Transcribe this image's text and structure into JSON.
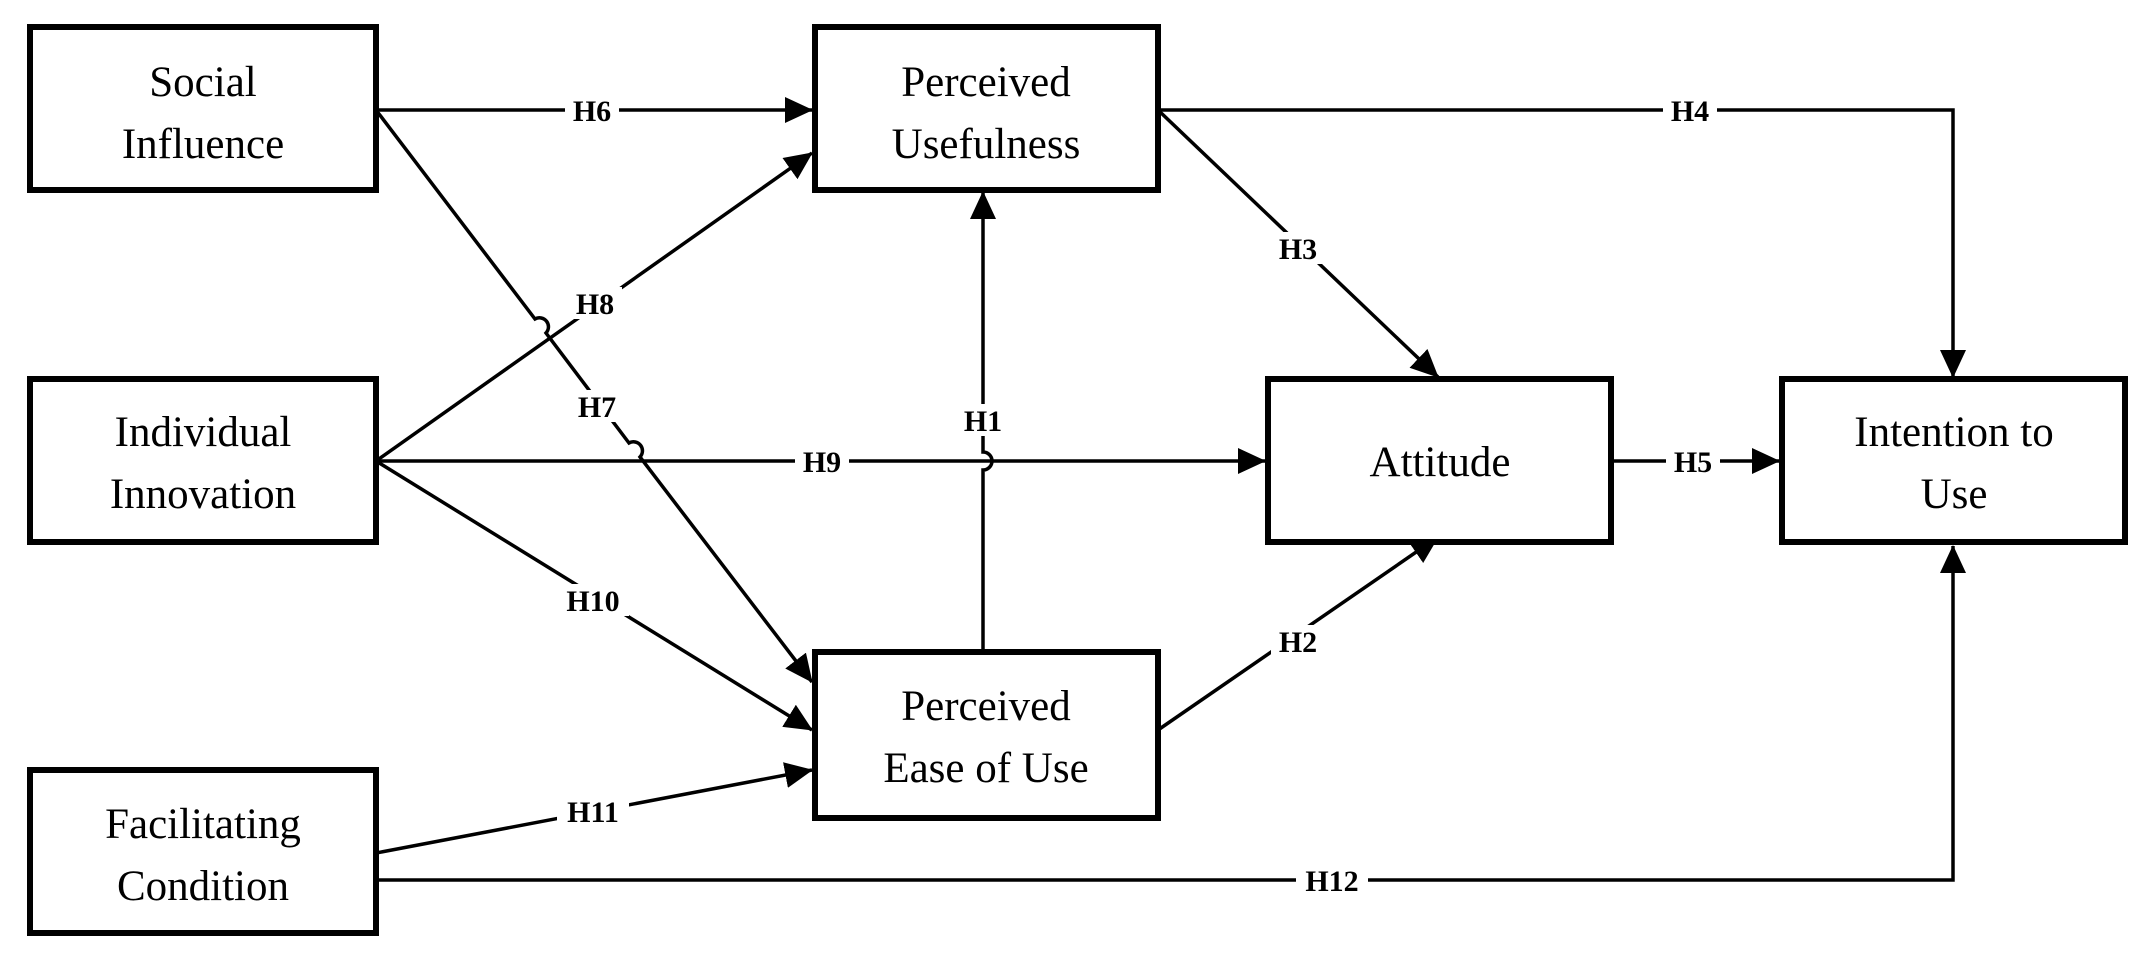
{
  "nodes": {
    "social_influence": [
      "Social",
      "Influence"
    ],
    "individual_innovation": [
      "Individual",
      "Innovation"
    ],
    "facilitating_condition": [
      "Facilitating",
      "Condition"
    ],
    "perceived_usefulness": [
      "Perceived",
      "Usefulness"
    ],
    "perceived_ease_of_use": [
      "Perceived",
      "Ease of Use"
    ],
    "attitude": [
      "Attitude"
    ],
    "intention_to_use": [
      "Intention to",
      "Use"
    ]
  },
  "edges": [
    {
      "id": "H1",
      "label": "H1",
      "from": "Perceived Ease of Use",
      "to": "Perceived Usefulness"
    },
    {
      "id": "H2",
      "label": "H2",
      "from": "Perceived Ease of Use",
      "to": "Attitude"
    },
    {
      "id": "H3",
      "label": "H3",
      "from": "Perceived Usefulness",
      "to": "Attitude"
    },
    {
      "id": "H4",
      "label": "H4",
      "from": "Perceived Usefulness",
      "to": "Intention to Use"
    },
    {
      "id": "H5",
      "label": "H5",
      "from": "Attitude",
      "to": "Intention to Use"
    },
    {
      "id": "H6",
      "label": "H6",
      "from": "Social Influence",
      "to": "Perceived Usefulness"
    },
    {
      "id": "H7",
      "label": "H7",
      "from": "Social Influence",
      "to": "Perceived Ease of Use"
    },
    {
      "id": "H8",
      "label": "H8",
      "from": "Individual Innovation",
      "to": "Perceived Usefulness"
    },
    {
      "id": "H9",
      "label": "H9",
      "from": "Individual Innovation",
      "to": "Attitude"
    },
    {
      "id": "H10",
      "label": "H10",
      "from": "Individual Innovation",
      "to": "Perceived Ease of Use"
    },
    {
      "id": "H11",
      "label": "H11",
      "from": "Facilitating Condition",
      "to": "Perceived Ease of Use"
    },
    {
      "id": "H12",
      "label": "H12",
      "from": "Facilitating Condition",
      "to": "Intention to Use"
    }
  ]
}
